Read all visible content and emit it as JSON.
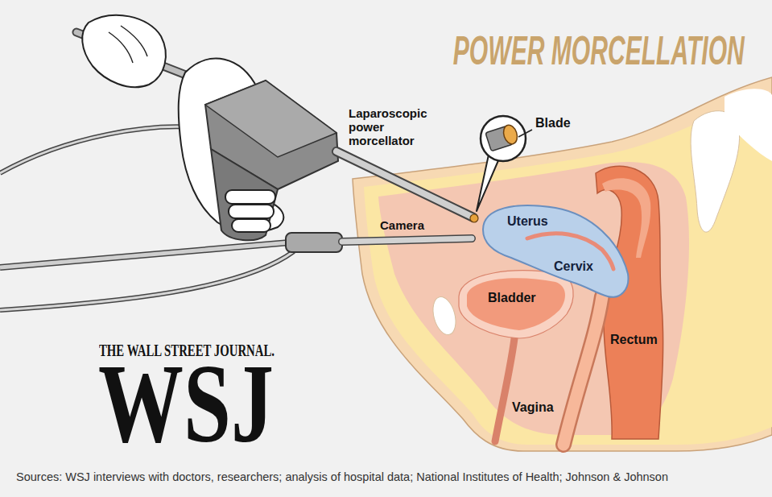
{
  "diagram": {
    "title": "POWER MORCELLATION",
    "caption": "Sources: WSJ interviews with doctors, researchers; analysis of hospital data; National Institutes of Health; Johnson & Johnson",
    "labels": [
      "Laparoscopic power morcellator",
      "Blade",
      "Camera",
      "Uterus",
      "Cervix",
      "Bladder",
      "Rectum",
      "Vagina",
      "THE WALL STREET JOURNAL.",
      "WSJ"
    ]
  }
}
